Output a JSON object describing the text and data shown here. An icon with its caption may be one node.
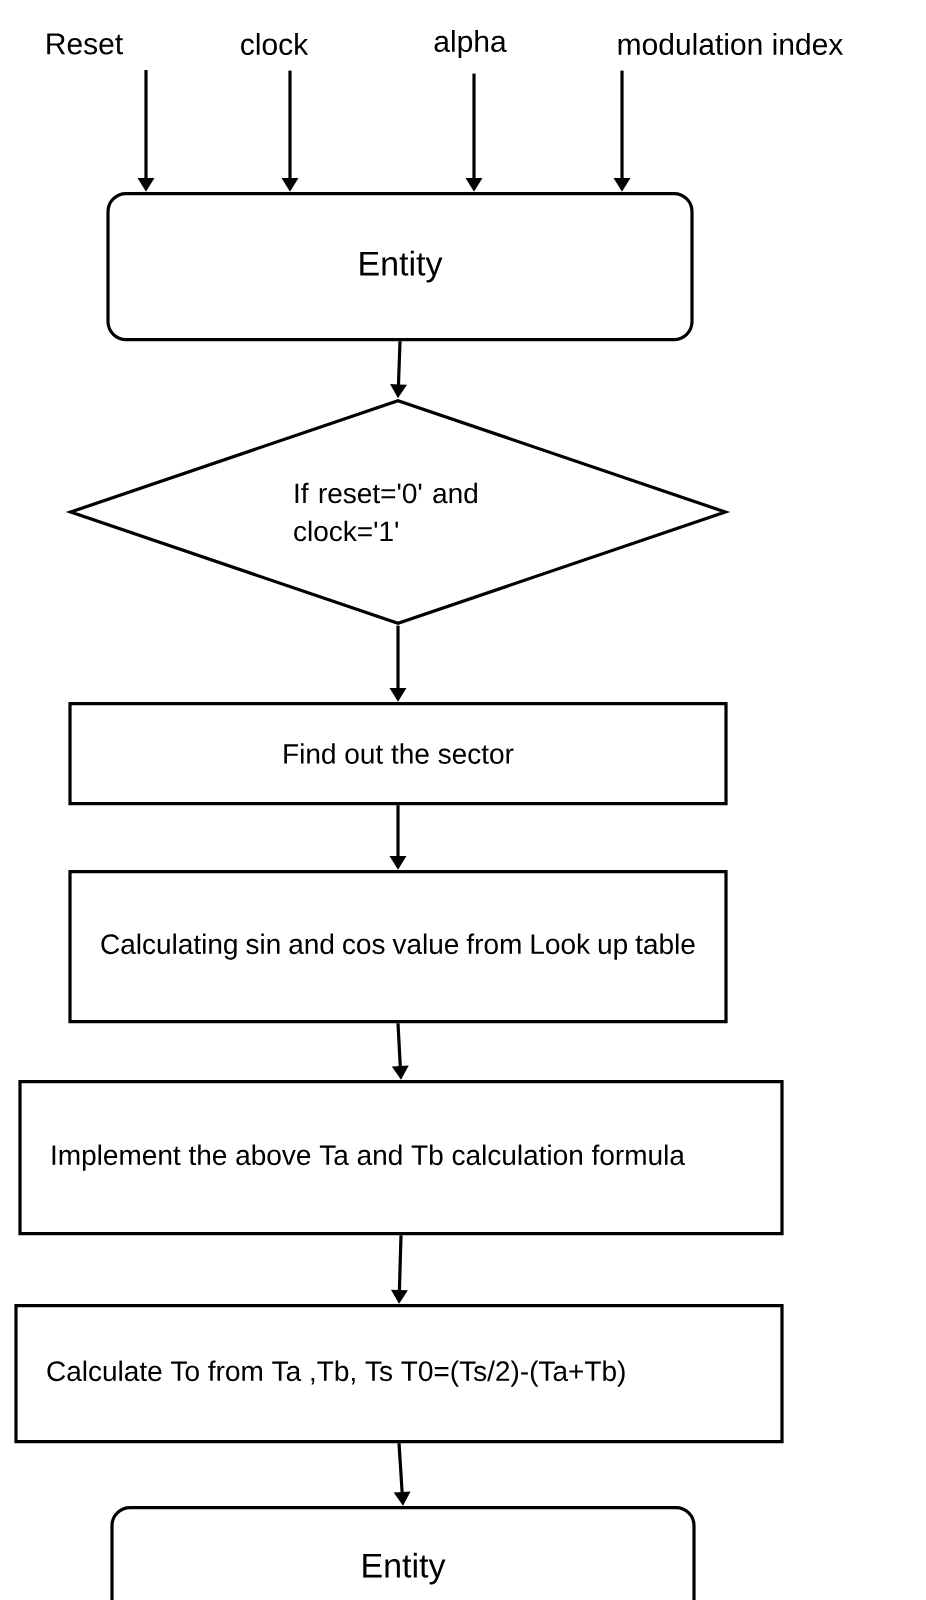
{
  "diagram": {
    "nodes": [
      {
        "text": [
          "Reset"
        ]
      },
      {
        "text": [
          "clock"
        ]
      },
      {
        "text": [
          "alpha"
        ]
      },
      {
        "text": [
          "modulation index"
        ]
      },
      {
        "text": [
          "Entity"
        ]
      },
      {
        "text": [
          "If reset='0' and clock='1'"
        ]
      },
      {
        "text": [
          "Find out the sector"
        ]
      },
      {
        "text": [
          "Calculating sin and cos value from Look up table"
        ]
      },
      {
        "text": [
          "Implement the above Ta and Tb calculation formula"
        ]
      },
      {
        "text": [
          "Calculate To from Ta ,Tb, Ts T0=(Ts/2)-(Ta+Tb)"
        ]
      },
      {
        "text": [
          "Entity"
        ]
      }
    ],
    "edges": [
      {
        "from": 0,
        "to": 4,
        "arrow": "to"
      },
      {
        "from": 1,
        "to": 4,
        "arrow": "to"
      },
      {
        "from": 2,
        "to": 4,
        "arrow": "to"
      },
      {
        "from": 3,
        "to": 4,
        "arrow": "to"
      },
      {
        "from": 4,
        "to": 5,
        "arrow": "to"
      },
      {
        "from": 5,
        "to": 6,
        "arrow": "to"
      },
      {
        "from": 6,
        "to": 7,
        "arrow": "to"
      },
      {
        "from": 7,
        "to": 8,
        "arrow": "to"
      },
      {
        "from": 8,
        "to": 9,
        "arrow": "to"
      },
      {
        "from": 9,
        "to": 10,
        "arrow": "to"
      }
    ]
  }
}
